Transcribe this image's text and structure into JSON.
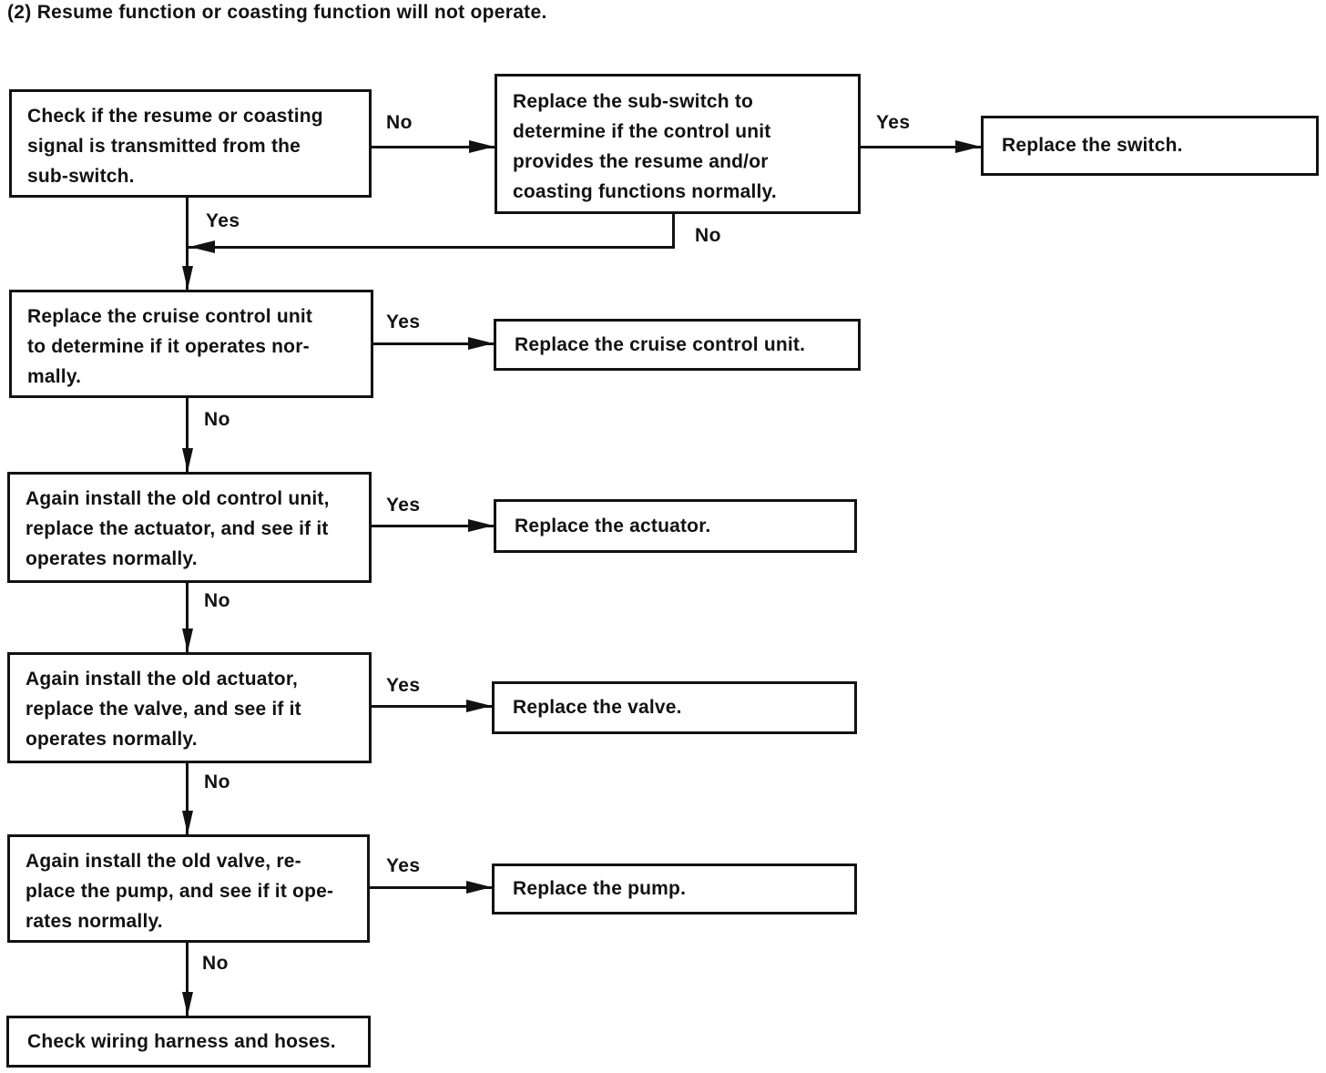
{
  "page": {
    "title": "(2) Resume function or coasting function will not operate.",
    "ink_color": "#121212",
    "background_color": "#ffffff"
  },
  "flowchart": {
    "nodes": {
      "check_signal": {
        "label": "Check if the resume or coasting\nsignal is transmitted from the\nsub-switch."
      },
      "replace_sub_switch_test": {
        "label": "Replace the sub-switch to\ndetermine if the control unit\nprovides the resume and/or\ncoasting functions normally."
      },
      "replace_switch": {
        "label": "Replace the switch."
      },
      "replace_cruise_unit_test": {
        "label": "Replace the cruise control unit\nto determine if it operates nor-\nmally."
      },
      "replace_cruise_unit": {
        "label": "Replace the cruise control unit."
      },
      "install_old_control_unit_test": {
        "label": "Again install the old control unit,\nreplace the actuator, and see if it\noperates normally."
      },
      "replace_actuator": {
        "label": "Replace the actuator."
      },
      "install_old_actuator_test": {
        "label": "Again install the old actuator,\nreplace the valve, and see if it\noperates normally."
      },
      "replace_valve": {
        "label": "Replace the valve."
      },
      "install_old_valve_test": {
        "label": "Again install the old valve, re-\nplace the pump, and see if it ope-\nrates normally."
      },
      "replace_pump": {
        "label": "Replace the pump."
      },
      "check_wiring": {
        "label": "Check wiring harness and hoses."
      }
    },
    "edge_labels": {
      "check_signal_no": "No",
      "check_signal_yes": "Yes",
      "sub_switch_yes": "Yes",
      "sub_switch_no": "No",
      "cruise_test_yes": "Yes",
      "cruise_test_no": "No",
      "actuator_test_yes": "Yes",
      "actuator_test_no": "No",
      "valve_test_yes": "Yes",
      "valve_test_no": "No",
      "pump_test_yes": "Yes",
      "pump_test_no": "No"
    }
  }
}
